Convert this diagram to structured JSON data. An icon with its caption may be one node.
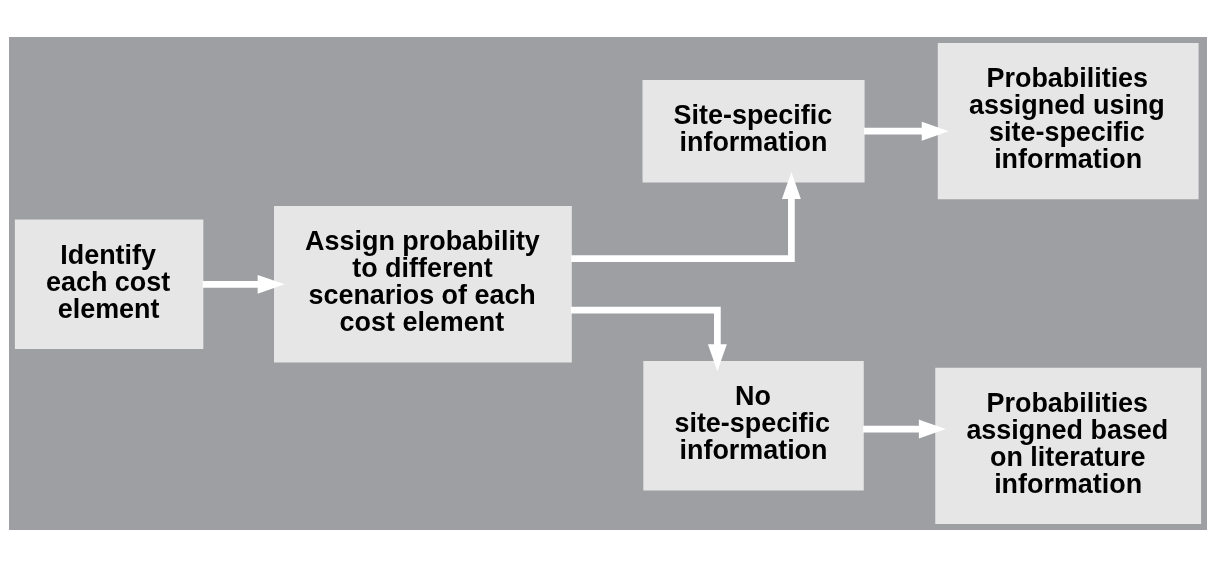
{
  "diagram": {
    "nodes": [
      {
        "text": [
          "Identify each cost element"
        ]
      },
      {
        "text": [
          "Assign probability to different scenarios of each cost element"
        ]
      },
      {
        "text": [
          "Site-specific information"
        ]
      },
      {
        "text": [
          "Probabilities assigned using site-specific information"
        ]
      },
      {
        "text": [
          "No site-specific information"
        ]
      },
      {
        "text": [
          "Probabilities assigned based on literature information"
        ]
      }
    ],
    "edges": [
      {
        "from": 0,
        "to": 1,
        "arrow": "to"
      },
      {
        "from": 1,
        "to": 2,
        "arrow": "to"
      },
      {
        "from": 1,
        "to": 4,
        "arrow": "to"
      },
      {
        "from": 2,
        "to": 3,
        "arrow": "to"
      },
      {
        "from": 4,
        "to": 5,
        "arrow": "to"
      }
    ]
  }
}
